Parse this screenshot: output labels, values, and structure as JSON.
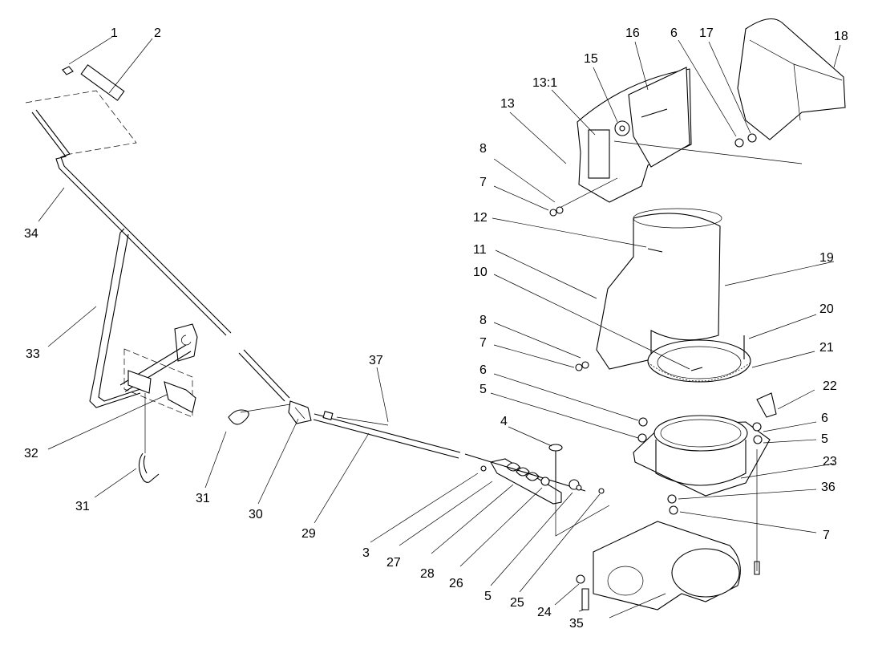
{
  "callouts": [
    {
      "id": "1",
      "text": "1"
    },
    {
      "id": "2",
      "text": "2"
    },
    {
      "id": "34",
      "text": "34"
    },
    {
      "id": "33",
      "text": "33"
    },
    {
      "id": "32",
      "text": "32"
    },
    {
      "id": "31a",
      "text": "31"
    },
    {
      "id": "31b",
      "text": "31"
    },
    {
      "id": "30",
      "text": "30"
    },
    {
      "id": "29",
      "text": "29"
    },
    {
      "id": "37",
      "text": "37"
    },
    {
      "id": "3",
      "text": "3"
    },
    {
      "id": "27",
      "text": "27"
    },
    {
      "id": "28",
      "text": "28"
    },
    {
      "id": "26",
      "text": "26"
    },
    {
      "id": "5c",
      "text": "5"
    },
    {
      "id": "25",
      "text": "25"
    },
    {
      "id": "24",
      "text": "24"
    },
    {
      "id": "35",
      "text": "35"
    },
    {
      "id": "4",
      "text": "4"
    },
    {
      "id": "5a",
      "text": "5"
    },
    {
      "id": "6a",
      "text": "6"
    },
    {
      "id": "7b",
      "text": "7"
    },
    {
      "id": "8b",
      "text": "8"
    },
    {
      "id": "10",
      "text": "10"
    },
    {
      "id": "11",
      "text": "11"
    },
    {
      "id": "12",
      "text": "12"
    },
    {
      "id": "7a",
      "text": "7"
    },
    {
      "id": "8a",
      "text": "8"
    },
    {
      "id": "13",
      "text": "13"
    },
    {
      "id": "13_1",
      "text": "13:1"
    },
    {
      "id": "15",
      "text": "15"
    },
    {
      "id": "16",
      "text": "16"
    },
    {
      "id": "6b",
      "text": "6"
    },
    {
      "id": "17",
      "text": "17"
    },
    {
      "id": "18",
      "text": "18"
    },
    {
      "id": "19",
      "text": "19"
    },
    {
      "id": "20",
      "text": "20"
    },
    {
      "id": "21",
      "text": "21"
    },
    {
      "id": "22",
      "text": "22"
    },
    {
      "id": "6c",
      "text": "6"
    },
    {
      "id": "5b",
      "text": "5"
    },
    {
      "id": "23",
      "text": "23"
    },
    {
      "id": "36",
      "text": "36"
    },
    {
      "id": "7c",
      "text": "7"
    }
  ]
}
